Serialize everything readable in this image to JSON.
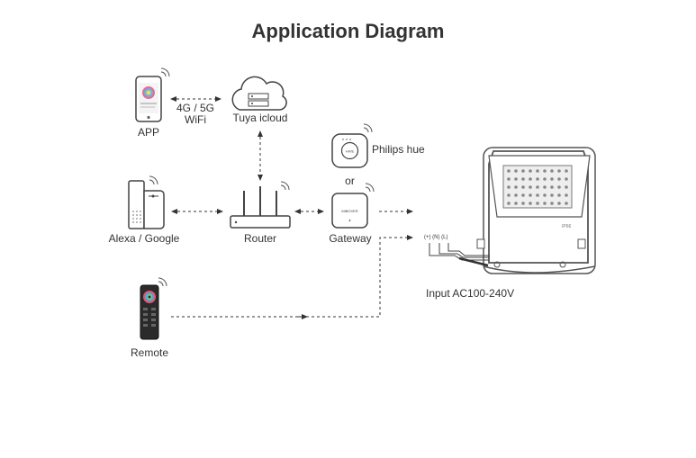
{
  "title": "Application Diagram",
  "nodes": {
    "app": "APP",
    "wifi_line1": "4G / 5G",
    "wifi_line2": "WiFi",
    "cloud": "Tuya icloud",
    "philips": "Philips hue",
    "or": "or",
    "alexa": "Alexa / Google",
    "router": "Router",
    "gateway": "Gateway",
    "remote": "Remote",
    "input": "Input AC100-240V",
    "terminals": "(+) (N) (L)",
    "hub_brand": "HIVE",
    "gateway_brand": "MiBOXER",
    "rating": "IP66"
  },
  "colors": {
    "line": "#333333",
    "icon": "#555555",
    "light": "#dddddd"
  }
}
